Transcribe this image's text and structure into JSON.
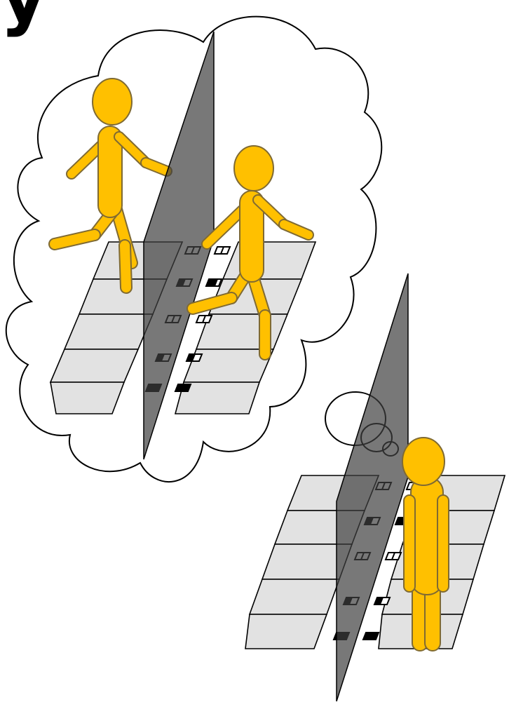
{
  "heading_fragment": "y",
  "colors": {
    "figure_fill": "#ffc000",
    "figure_stroke": "#7f6a33",
    "floor_tile": "#e2e2e2",
    "floor_line": "#000000",
    "divider_panel": "#3f3f3f",
    "cloud_fill": "#ffffff",
    "cloud_stroke": "#000000",
    "marker_dark": "#000000"
  },
  "scene": {
    "thought_cloud": {
      "contains": [
        "walking-figure-left",
        "walking-figure-right",
        "floor-grid-imagined",
        "divider-panel-imagined"
      ]
    },
    "thought_bubbles": 3,
    "imagined_floor_rows": 5,
    "real_floor_rows": 5,
    "standing_figures": 1,
    "walking_figures": 2
  }
}
